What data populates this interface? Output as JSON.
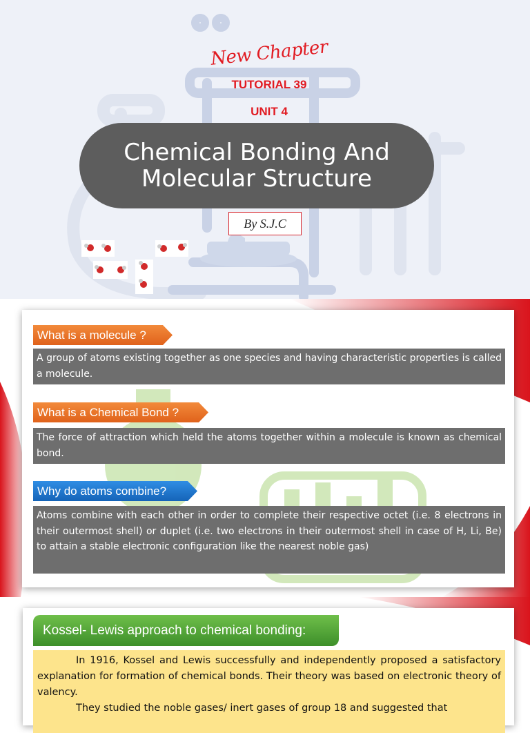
{
  "cover": {
    "script_heading": "New Chapter",
    "tutorial": "TUTORIAL 39",
    "unit": "UNIT 4",
    "title": "Chemical Bonding And Molecular Structure",
    "byline": "By S.J.C"
  },
  "slide2": {
    "sections": [
      {
        "question": "What is a molecule ?",
        "answer": "A group of atoms existing together as one species and having characteristic properties is called a molecule."
      },
      {
        "question": "What is a Chemical Bond ?",
        "answer": "The force of attraction which held the atoms together within a molecule is known as chemical bond."
      },
      {
        "question": "Why do atoms combine?",
        "answer": "Atoms combine with each other in order to complete their respective octet (i.e. 8 electrons in their outermost shell) or duplet (i.e. two electrons in their outermost shell in case of H, Li, Be) to attain a stable electronic configuration like the nearest noble gas)"
      }
    ]
  },
  "slide3": {
    "heading": "Kossel- Lewis approach to chemical bonding:",
    "paragraph_1": "In 1916, Kossel and Lewis successfully and independently proposed a satisfactory explanation for formation of chemical bonds. Their theory was based on electronic theory of valency.",
    "paragraph_2_partial": "They studied the noble gases/ inert gases of group 18 and suggested that"
  },
  "colors": {
    "accent_red": "#e11b22",
    "pill_gray": "#5d5d5d",
    "answer_gray": "#6e6e6e",
    "tag_orange": "#e8732a",
    "tag_blue": "#1f78d1",
    "tag_green": "#52a83a",
    "highlight_yellow": "#fde48c"
  },
  "icons": [
    "lab-equipment-illustration",
    "water-molecule-icon"
  ]
}
